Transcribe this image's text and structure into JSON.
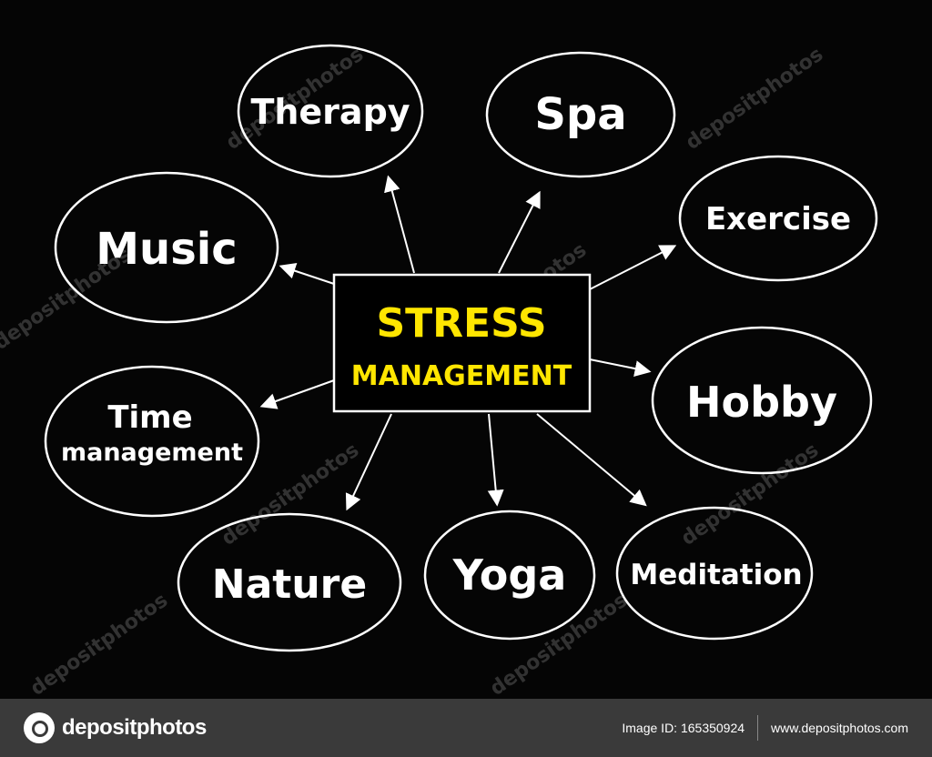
{
  "diagram": {
    "center": {
      "line1": "STRESS",
      "line2": "MANAGEMENT",
      "color": "#ffe600"
    },
    "nodes": [
      {
        "label": "Therapy"
      },
      {
        "label": "Spa"
      },
      {
        "label": "Exercise"
      },
      {
        "label": "Music"
      },
      {
        "label": "Hobby"
      },
      {
        "label_line1": "Time",
        "label_line2": "management"
      },
      {
        "label": "Nature"
      },
      {
        "label": "Yoga"
      },
      {
        "label": "Meditation"
      }
    ]
  },
  "watermark": "depositphotos",
  "footer": {
    "brand": "depositphotos",
    "image_id": "Image ID: 165350924",
    "url": "www.depositphotos.com",
    "background": "#3a3a3a"
  }
}
